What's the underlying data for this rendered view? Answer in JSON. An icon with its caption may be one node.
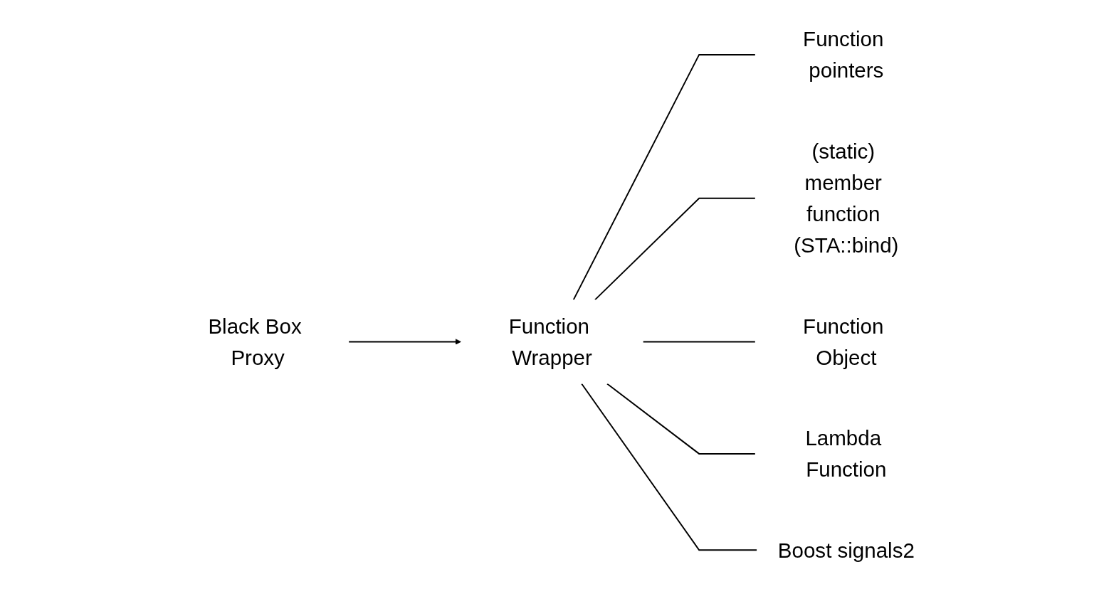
{
  "diagram": {
    "nodes": [
      {
        "text": [
          "Function Wrapper"
        ]
      },
      {
        "text": [
          "Function pointers"
        ]
      },
      {
        "text": [
          "(static) member function (STA::bind)"
        ]
      },
      {
        "text": [
          "Function Object"
        ]
      },
      {
        "text": [
          "Lambda Function"
        ]
      },
      {
        "text": [
          "Boost signals2"
        ]
      },
      {
        "text": [
          "Black Box Proxy"
        ]
      }
    ],
    "edges": [
      {
        "from": 0,
        "to": 1,
        "arrow": "none"
      },
      {
        "from": 0,
        "to": 2,
        "arrow": "none"
      },
      {
        "from": 0,
        "to": 3,
        "arrow": "none"
      },
      {
        "from": 0,
        "to": 4,
        "arrow": "none"
      },
      {
        "from": 0,
        "to": 5,
        "arrow": "none"
      },
      {
        "from": 6,
        "to": 0,
        "arrow": "to"
      }
    ]
  }
}
